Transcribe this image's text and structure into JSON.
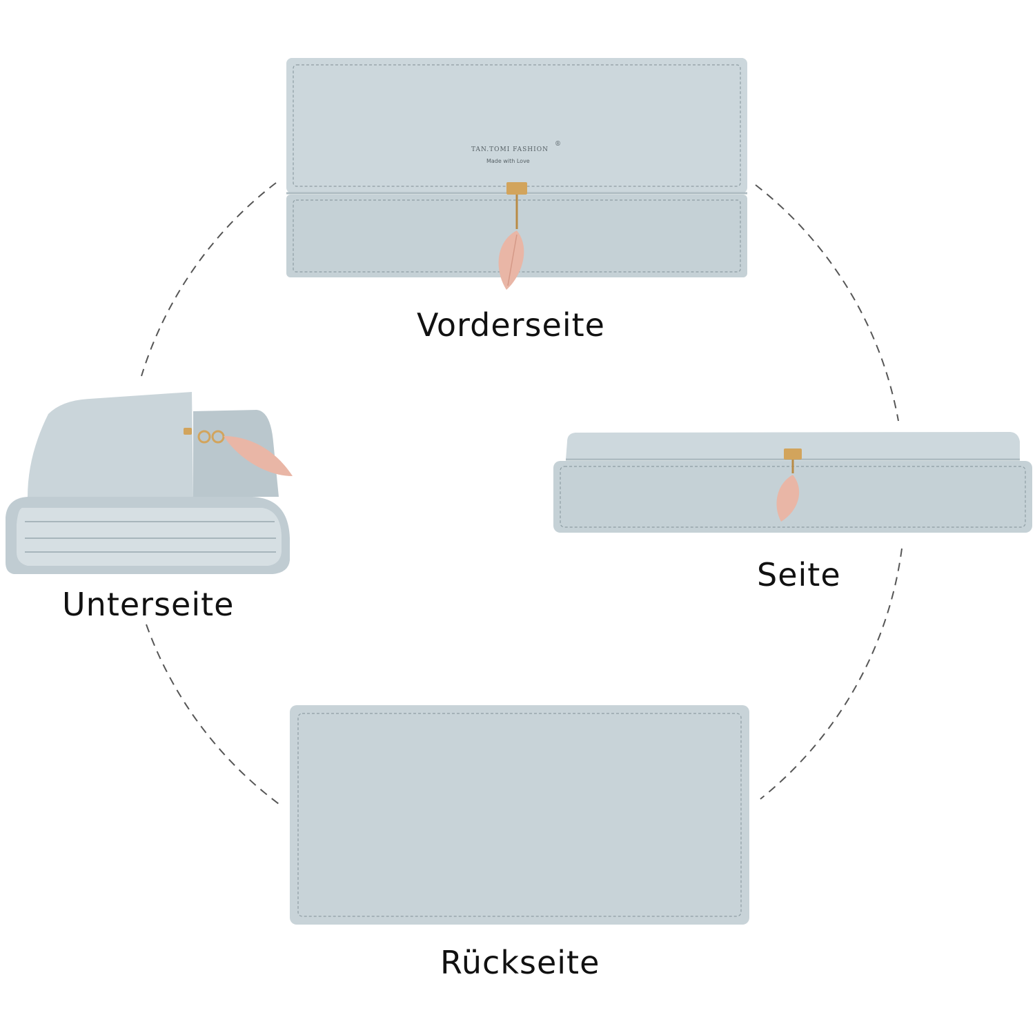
{
  "labels": {
    "front": "Vorderseite",
    "side": "Seite",
    "bottom": "Unterseite",
    "back": "Rückseite"
  },
  "brand": {
    "name": "TAN.TOMI FASHION",
    "registered": "®",
    "tagline": "Made with Love"
  },
  "colors": {
    "wallet": "#c8d4d9",
    "wallet_dark": "#aebcc2",
    "stitch": "#8e9da3",
    "leaf": "#e9b6a6",
    "gold": "#d2a45c",
    "dash": "#555555"
  }
}
